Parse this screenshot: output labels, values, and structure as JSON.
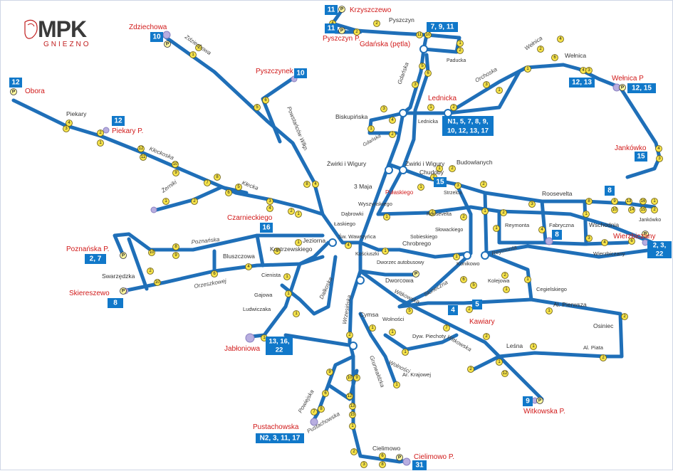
{
  "logo": {
    "main": "MPK",
    "sub": "GNIEZNO"
  },
  "terminals": [
    {
      "id": "krzyszczewo",
      "name": "Krzyszczewo",
      "lines": "11"
    },
    {
      "id": "pyszczyn-p",
      "name": "Pyszczyn P.",
      "lines": "11"
    },
    {
      "id": "gdanska-petla",
      "name": "Gdańska (pętla)",
      "lines": "7, 9, 11"
    },
    {
      "id": "zdziechowa",
      "name": "Zdziechowa",
      "lines": "10"
    },
    {
      "id": "pyszczynek",
      "name": "Pyszczynek",
      "lines": "10"
    },
    {
      "id": "obora",
      "name": "Obora",
      "lines": "12"
    },
    {
      "id": "piekary-p",
      "name": "Piekary P.",
      "lines": "12"
    },
    {
      "id": "lednicka",
      "name": "Lednicka",
      "lines": "N1, 5, 7, 8, 9, 10, 12, 13, 17"
    },
    {
      "id": "welnica-p",
      "name": "Wełnica P",
      "lines": "12, 15"
    },
    {
      "id": "welnica-lines",
      "name": "",
      "lines": "12, 13"
    },
    {
      "id": "jankowko",
      "name": "Jankówko",
      "lines": "15"
    },
    {
      "id": "pozdnanskiego",
      "name": "Pułaskiego",
      "lines": "15"
    },
    {
      "id": "czarnieckiego",
      "name": "Czarnieckiego",
      "lines": "16"
    },
    {
      "id": "poznanska-p",
      "name": "Poznańska P.",
      "lines": "2, 7"
    },
    {
      "id": "skiereszewo",
      "name": "Skiereszewo",
      "lines": "8"
    },
    {
      "id": "jabloniowa",
      "name": "Jabłoniowa",
      "lines": "13, 16, 22"
    },
    {
      "id": "wierzbiczany",
      "name": "Wierzbiczany",
      "lines": "2, 3, 22"
    },
    {
      "id": "fabryczna",
      "name": "",
      "lines": "8"
    },
    {
      "id": "roosevelta-line",
      "name": "",
      "lines": "8"
    },
    {
      "id": "kawiary",
      "name": "Kawiary",
      "lines": "4"
    },
    {
      "id": "kawiary-5",
      "name": "",
      "lines": "5"
    },
    {
      "id": "witkowska-p",
      "name": "Witkowska P.",
      "lines": "9"
    },
    {
      "id": "pustachowska",
      "name": "Pustachowska",
      "lines": "N2, 3, 11, 17"
    },
    {
      "id": "cielimowo-p",
      "name": "Cielimowo P.",
      "lines": "31"
    }
  ],
  "streets": [
    "Pyszczyn",
    "Paducka",
    "Zdziechowa",
    "Pyszczynek",
    "Obora",
    "Piekary",
    "Kłeckoska",
    "Kłecka",
    "Żerniki",
    "Powstańców Wlkp.",
    "Gdańska",
    "Biskupińska",
    "Orchoska",
    "Wełnica",
    "Lednicka",
    "Żwirki i Wigury",
    "Chudoby",
    "Budowlanych",
    "Żwirki i Wigury",
    "3 Maja",
    "Wyszyńskiego",
    "Dąbrowki",
    "Łaskiego",
    "Św. Wawrzyńca",
    "Roosevelta",
    "Słowackiego",
    "Sobieskiego",
    "Chrobrego",
    "Kościuszki",
    "Strzelca",
    "Reymonta",
    "Fabryczna",
    "Wschodnia",
    "Wierzbiczany",
    "Jankówko",
    "Jeziorna",
    "Kostrzewskiego",
    "Poznańska",
    "Bluszczowa",
    "Swarzędzka",
    "Orzeszkowej",
    "Cienista",
    "Gajowa",
    "Ludwiczaka",
    "Dalkoska",
    "Dworzec autobusowy",
    "Dworcowa",
    "Wrzesińska",
    "Cymsa",
    "Witkowska",
    "Kolejowa",
    "Cegielskiego",
    "Słoneczna",
    "Al. Pierwsza",
    "Osiniec",
    "Wolności",
    "Dyw. Piechoty",
    "Grunwaldzka",
    "Ar. Krajowej",
    "Leśna",
    "Al. Piata",
    "Konikowo",
    "Pustachowska",
    "Powiejska",
    "Cielimowo",
    "Gdańska",
    "Gdańska"
  ]
}
